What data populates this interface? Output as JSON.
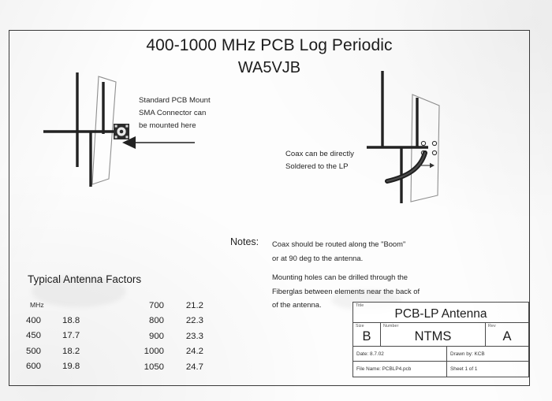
{
  "document": {
    "title_line1": "400-1000 MHz PCB Log Periodic",
    "title_line2": "WA5VJB"
  },
  "annotations": {
    "sma_mount": {
      "line1": "Standard PCB Mount",
      "line2": "SMA Connector can",
      "line3": "be mounted here"
    },
    "coax_solder": {
      "line1": "Coax can be directly",
      "line2": "Soldered to the LP"
    }
  },
  "notes": {
    "label": "Notes:",
    "lines": [
      "Coax should be routed along the \"Boom\"",
      "or at 90 deg to the antenna.",
      "Mounting holes can be drilled through the",
      "Fiberglas between elements near the back of",
      "of the antenna."
    ]
  },
  "antenna_factors": {
    "title": "Typical Antenna Factors",
    "unit_header": "MHz",
    "left_column": [
      {
        "mhz": "400",
        "factor": "18.8"
      },
      {
        "mhz": "450",
        "factor": "17.7"
      },
      {
        "mhz": "500",
        "factor": "18.2"
      },
      {
        "mhz": "600",
        "factor": "19.8"
      }
    ],
    "right_column": [
      {
        "mhz": "700",
        "factor": "21.2"
      },
      {
        "mhz": "800",
        "factor": "22.3"
      },
      {
        "mhz": "900",
        "factor": "23.3"
      },
      {
        "mhz": "1000",
        "factor": "24.2"
      },
      {
        "mhz": "1050",
        "factor": "24.7"
      }
    ]
  },
  "title_block": {
    "title_tag": "Title",
    "title_value": "PCB-LP Antenna",
    "size_tag": "Size",
    "size_value": "B",
    "number_tag": "Number",
    "number_value": "NTMS",
    "rev_tag": "Rev",
    "rev_value": "A",
    "date_text": "Date: 8.7.02",
    "drawn_by_text": "Drawn by: KCB",
    "file_name_text": "File Name: PCBLP4.pcb",
    "sheet_text": "Sheet  1 of 1"
  },
  "colors": {
    "ink": "#1c1c1c",
    "frame": "#3b3b3b",
    "paper": "#fdfdfd",
    "connector": "#2b2b2b"
  }
}
